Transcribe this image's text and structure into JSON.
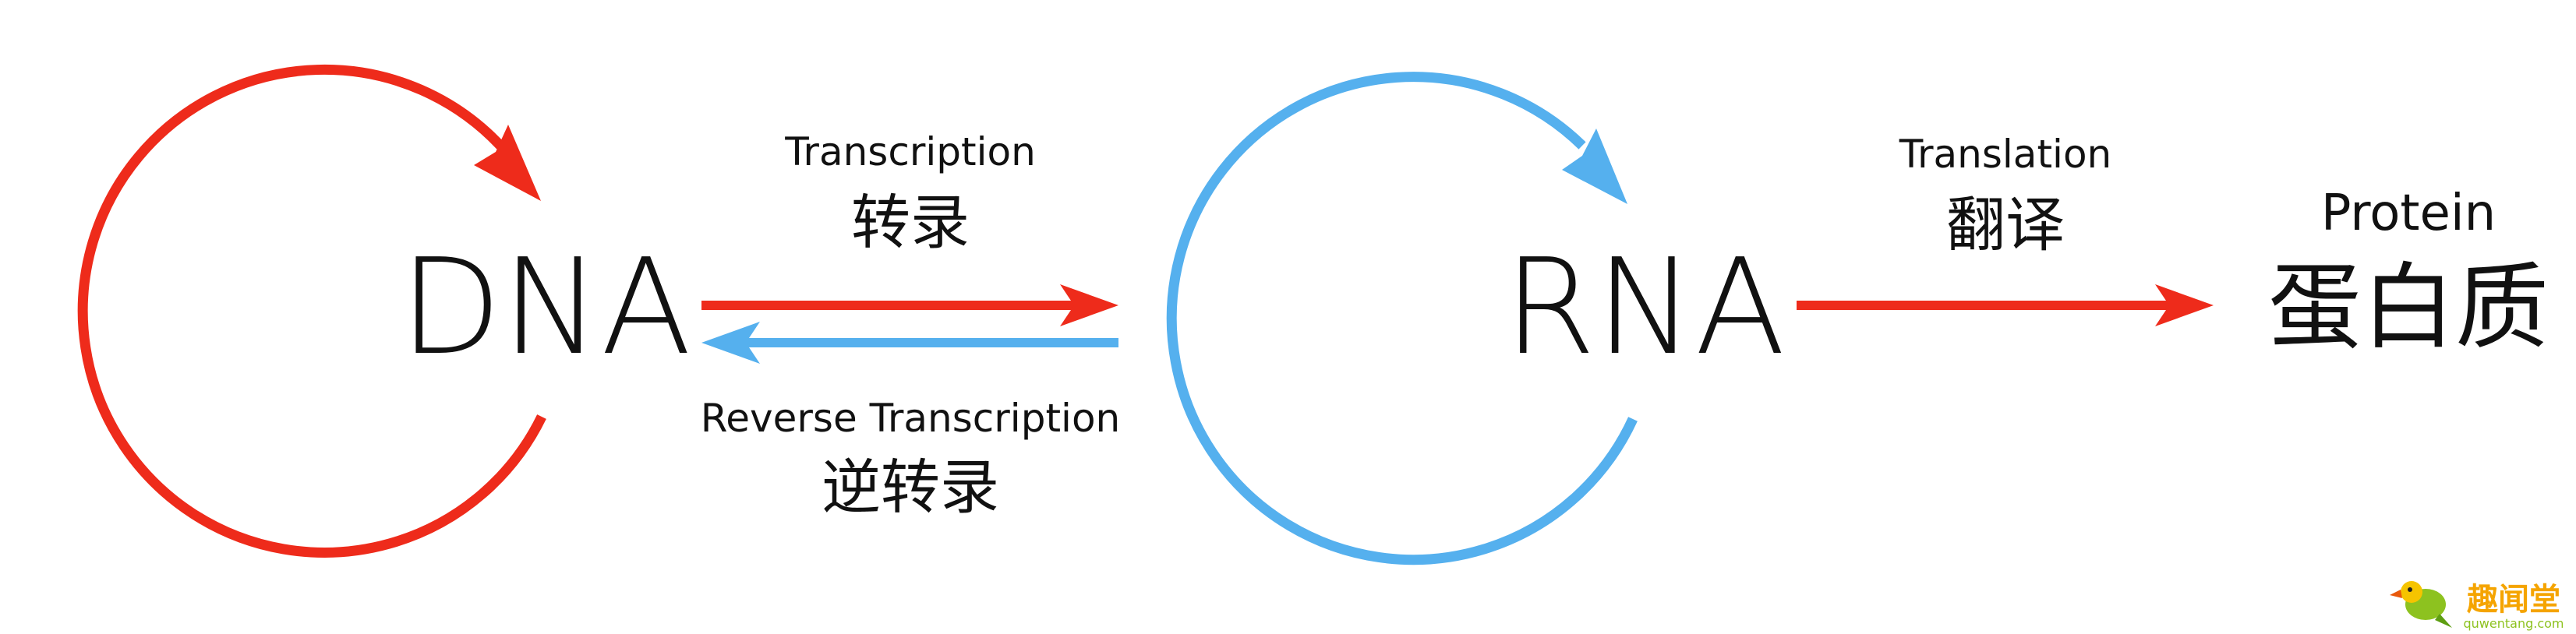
{
  "colors": {
    "dna": "#ee2b1b",
    "rna": "#55b0ee",
    "text": "#111111"
  },
  "nodes": {
    "dna": "DNA",
    "rna": "RNA",
    "protein_en": "Protein",
    "protein_zh": "蛋白质"
  },
  "processes": {
    "transcription_en": "Transcription",
    "transcription_zh": "转录",
    "reverse_en": "Reverse Transcription",
    "reverse_zh": "逆转录",
    "translation_en": "Translation",
    "translation_zh": "翻译"
  },
  "watermark": {
    "name": "趣闻堂",
    "site": "quwentang.com",
    "icon": "parrot-icon"
  }
}
